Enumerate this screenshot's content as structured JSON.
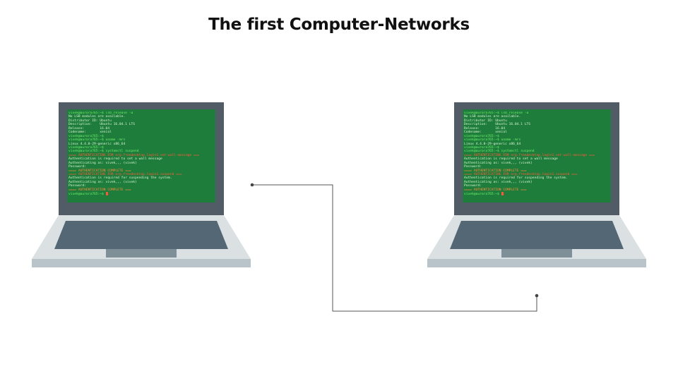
{
  "title": "The first Computer-Networks",
  "colors": {
    "screen": "#1f7d3c",
    "bezel": "#525c66",
    "deck": "#dbe0e3",
    "keyboard": "#536874",
    "touchpad": "#7e8f98",
    "wire": "#555555"
  },
  "terminal_lines": [
    {
      "text": "vivek@aurora765:~$ lsb_release -a",
      "style": "prompt"
    },
    {
      "text": "No LSB modules are available.",
      "style": "normal"
    },
    {
      "text": "Distributor ID: Ubuntu",
      "style": "normal"
    },
    {
      "text": "Description:    Ubuntu 16.04.1 LTS",
      "style": "normal"
    },
    {
      "text": "Release:        16.04",
      "style": "normal"
    },
    {
      "text": "Codename:       xenial",
      "style": "normal"
    },
    {
      "text": "vivek@aurora765:~$",
      "style": "prompt"
    },
    {
      "text": "vivek@aurora765:~$ uname -mrs",
      "style": "prompt"
    },
    {
      "text": "Linux 4.4.0-29-generic x86_64",
      "style": "normal"
    },
    {
      "text": "vivek@aurora765:~$",
      "style": "prompt"
    },
    {
      "text": "vivek@aurora765:~$ systemctl suspend",
      "style": "prompt"
    },
    {
      "text": "==== AUTHENTICATING FOR org.freedesktop.login1.set-wall-message ===",
      "style": "redline"
    },
    {
      "text": "Authentication is required to set a wall message",
      "style": "normal"
    },
    {
      "text": "Authenticating as: vivek,,, (vivek)",
      "style": "normal"
    },
    {
      "text": "Password:",
      "style": "normal"
    },
    {
      "text": "==== AUTHENTICATION COMPLETE ===",
      "style": "warn"
    },
    {
      "text": "==== AUTHENTICATING FOR org.freedesktop.login1.suspend ===",
      "style": "redline"
    },
    {
      "text": "Authentication is required for suspending the system.",
      "style": "normal"
    },
    {
      "text": "Authenticating as: vivek,,, (vivek)",
      "style": "normal"
    },
    {
      "text": "Password:",
      "style": "normal"
    },
    {
      "text": "==== AUTHENTICATION COMPLETE ===",
      "style": "warn"
    },
    {
      "text": "vivek@aurora765:~$",
      "style": "prompt"
    }
  ]
}
